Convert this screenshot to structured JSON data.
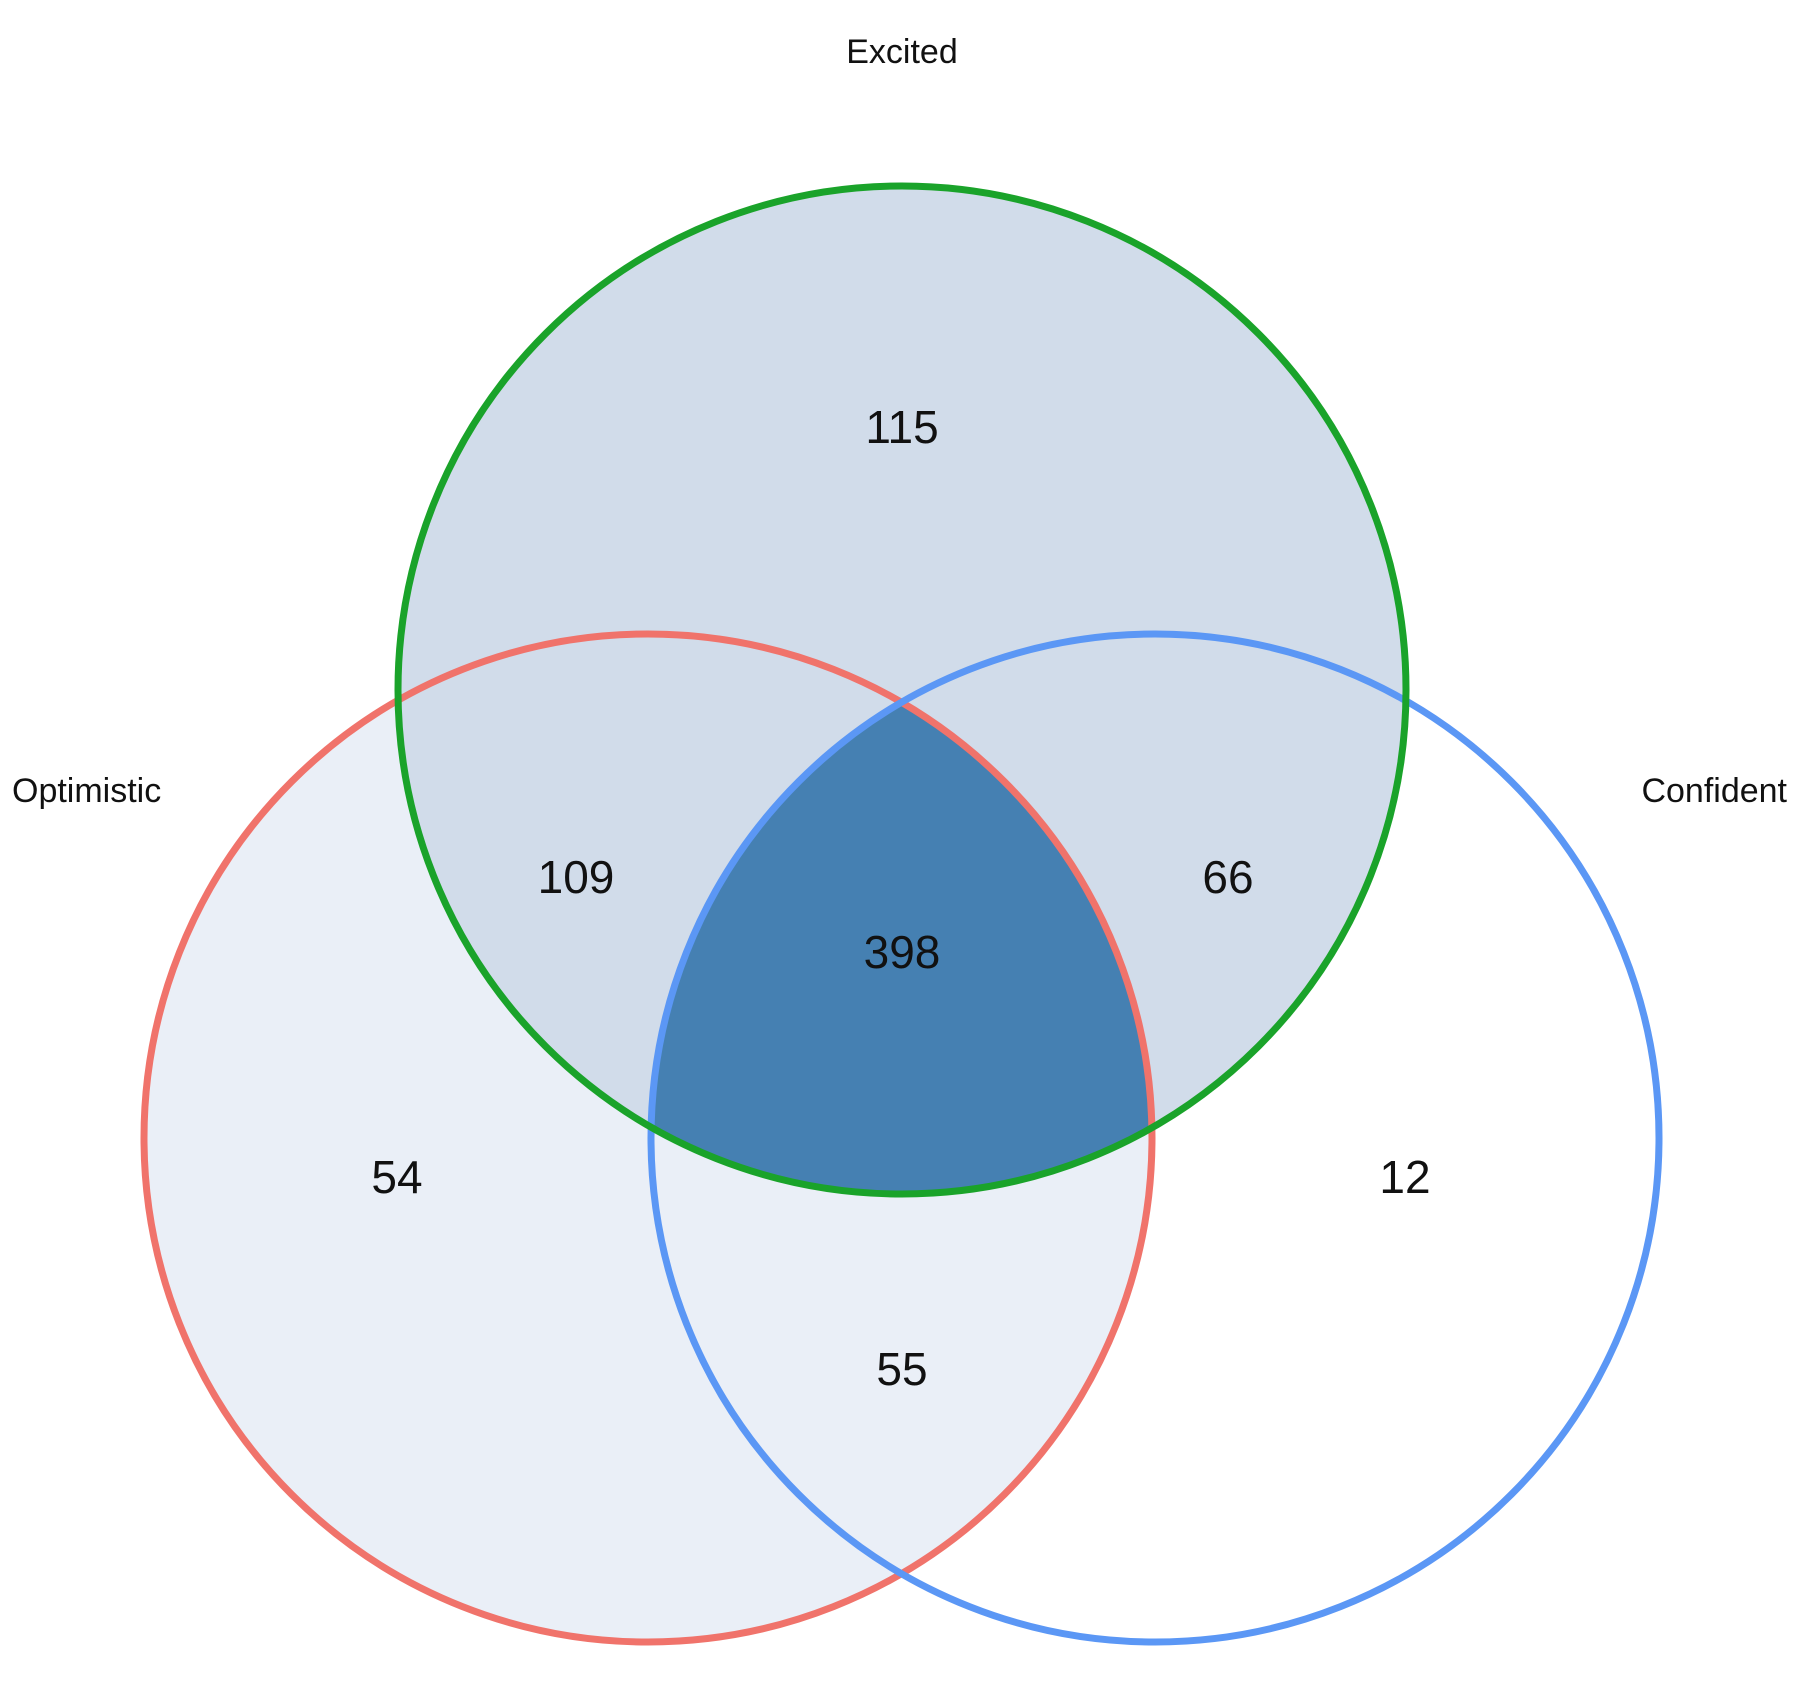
{
  "sets": [
    {
      "id": "excited",
      "label": "Excited",
      "color": "#1aa32a"
    },
    {
      "id": "optimistic",
      "label": "Optimistic",
      "color": "#f0736b"
    },
    {
      "id": "confident",
      "label": "Confident",
      "color": "#5b97f5"
    }
  ],
  "regions": {
    "excited_only": "115",
    "optimistic_only": "54",
    "confident_only": "12",
    "excited_optimistic": "109",
    "excited_confident": "66",
    "optimistic_confident": "55",
    "all_three": "398"
  },
  "fills": {
    "single": "#eaeff7",
    "excited_region": "#d1dcea",
    "all_three": "#4580b2"
  }
}
